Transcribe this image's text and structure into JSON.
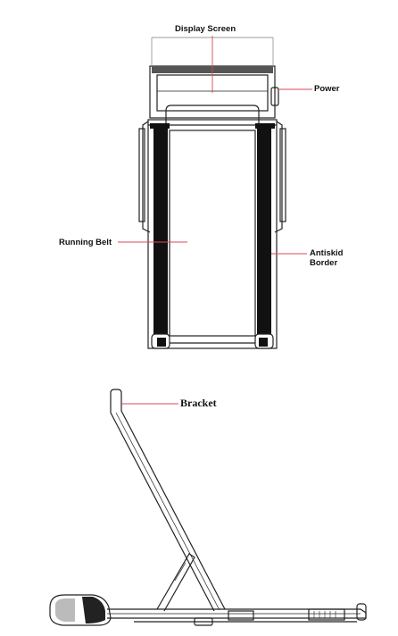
{
  "labels": {
    "display_screen": "Display Screen",
    "power": "Power",
    "running_belt": "Running Belt",
    "antiskid_border": "Antiskid\nBorder",
    "bracket": "Bracket"
  },
  "colors": {
    "line": "#222222",
    "belt_fill": "#111111",
    "callout_line": "#d94a5a",
    "label_text": "#111111"
  }
}
